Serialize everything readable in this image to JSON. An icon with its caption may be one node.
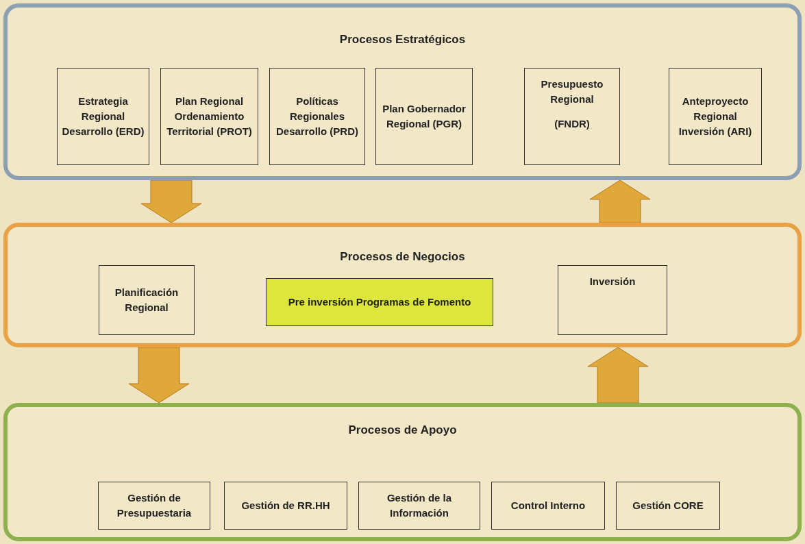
{
  "diagram": {
    "nodes": [
      {
        "text": [
          "Procesos Estratégicos"
        ]
      },
      {
        "text": [
          "Estrategia Regional Desarrollo (ERD)"
        ],
        "in": 0
      },
      {
        "text": [
          "Plan Regional Ordenamiento Territorial (PROT)"
        ],
        "in": 0
      },
      {
        "text": [
          "Políticas Regionales Desarrollo (PRD)"
        ],
        "in": 0
      },
      {
        "text": [
          "Plan Gobernador Regional (PGR)"
        ],
        "in": 0
      },
      {
        "text": [
          "Presupuesto Regional",
          "(FNDR)"
        ],
        "in": 0
      },
      {
        "text": [
          "Anteproyecto Regional Inversión (ARI)"
        ],
        "in": 0
      },
      {
        "text": [
          "Procesos de Negocios"
        ]
      },
      {
        "text": [
          "Planificación Regional"
        ],
        "in": 7
      },
      {
        "text": [
          "Pre inversión Programas de Fomento"
        ],
        "in": 7
      },
      {
        "text": [
          "Inversión"
        ],
        "in": 7
      },
      {
        "text": [
          "Procesos de Apoyo"
        ]
      },
      {
        "text": [
          "Gestión de Presupuestaria"
        ],
        "in": 11
      },
      {
        "text": [
          "Gestión de RR.HH"
        ],
        "in": 11
      },
      {
        "text": [
          "Gestión de la Información"
        ],
        "in": 11
      },
      {
        "text": [
          "Control Interno"
        ],
        "in": 11
      },
      {
        "text": [
          "Gestión CORE"
        ],
        "in": 11
      }
    ],
    "edges": [
      {
        "from": 0,
        "to": 7,
        "arrow": "to"
      },
      {
        "from": 7,
        "to": 0,
        "arrow": "to"
      },
      {
        "from": 7,
        "to": 11,
        "arrow": "to"
      },
      {
        "from": 11,
        "to": 7,
        "arrow": "to"
      }
    ]
  }
}
